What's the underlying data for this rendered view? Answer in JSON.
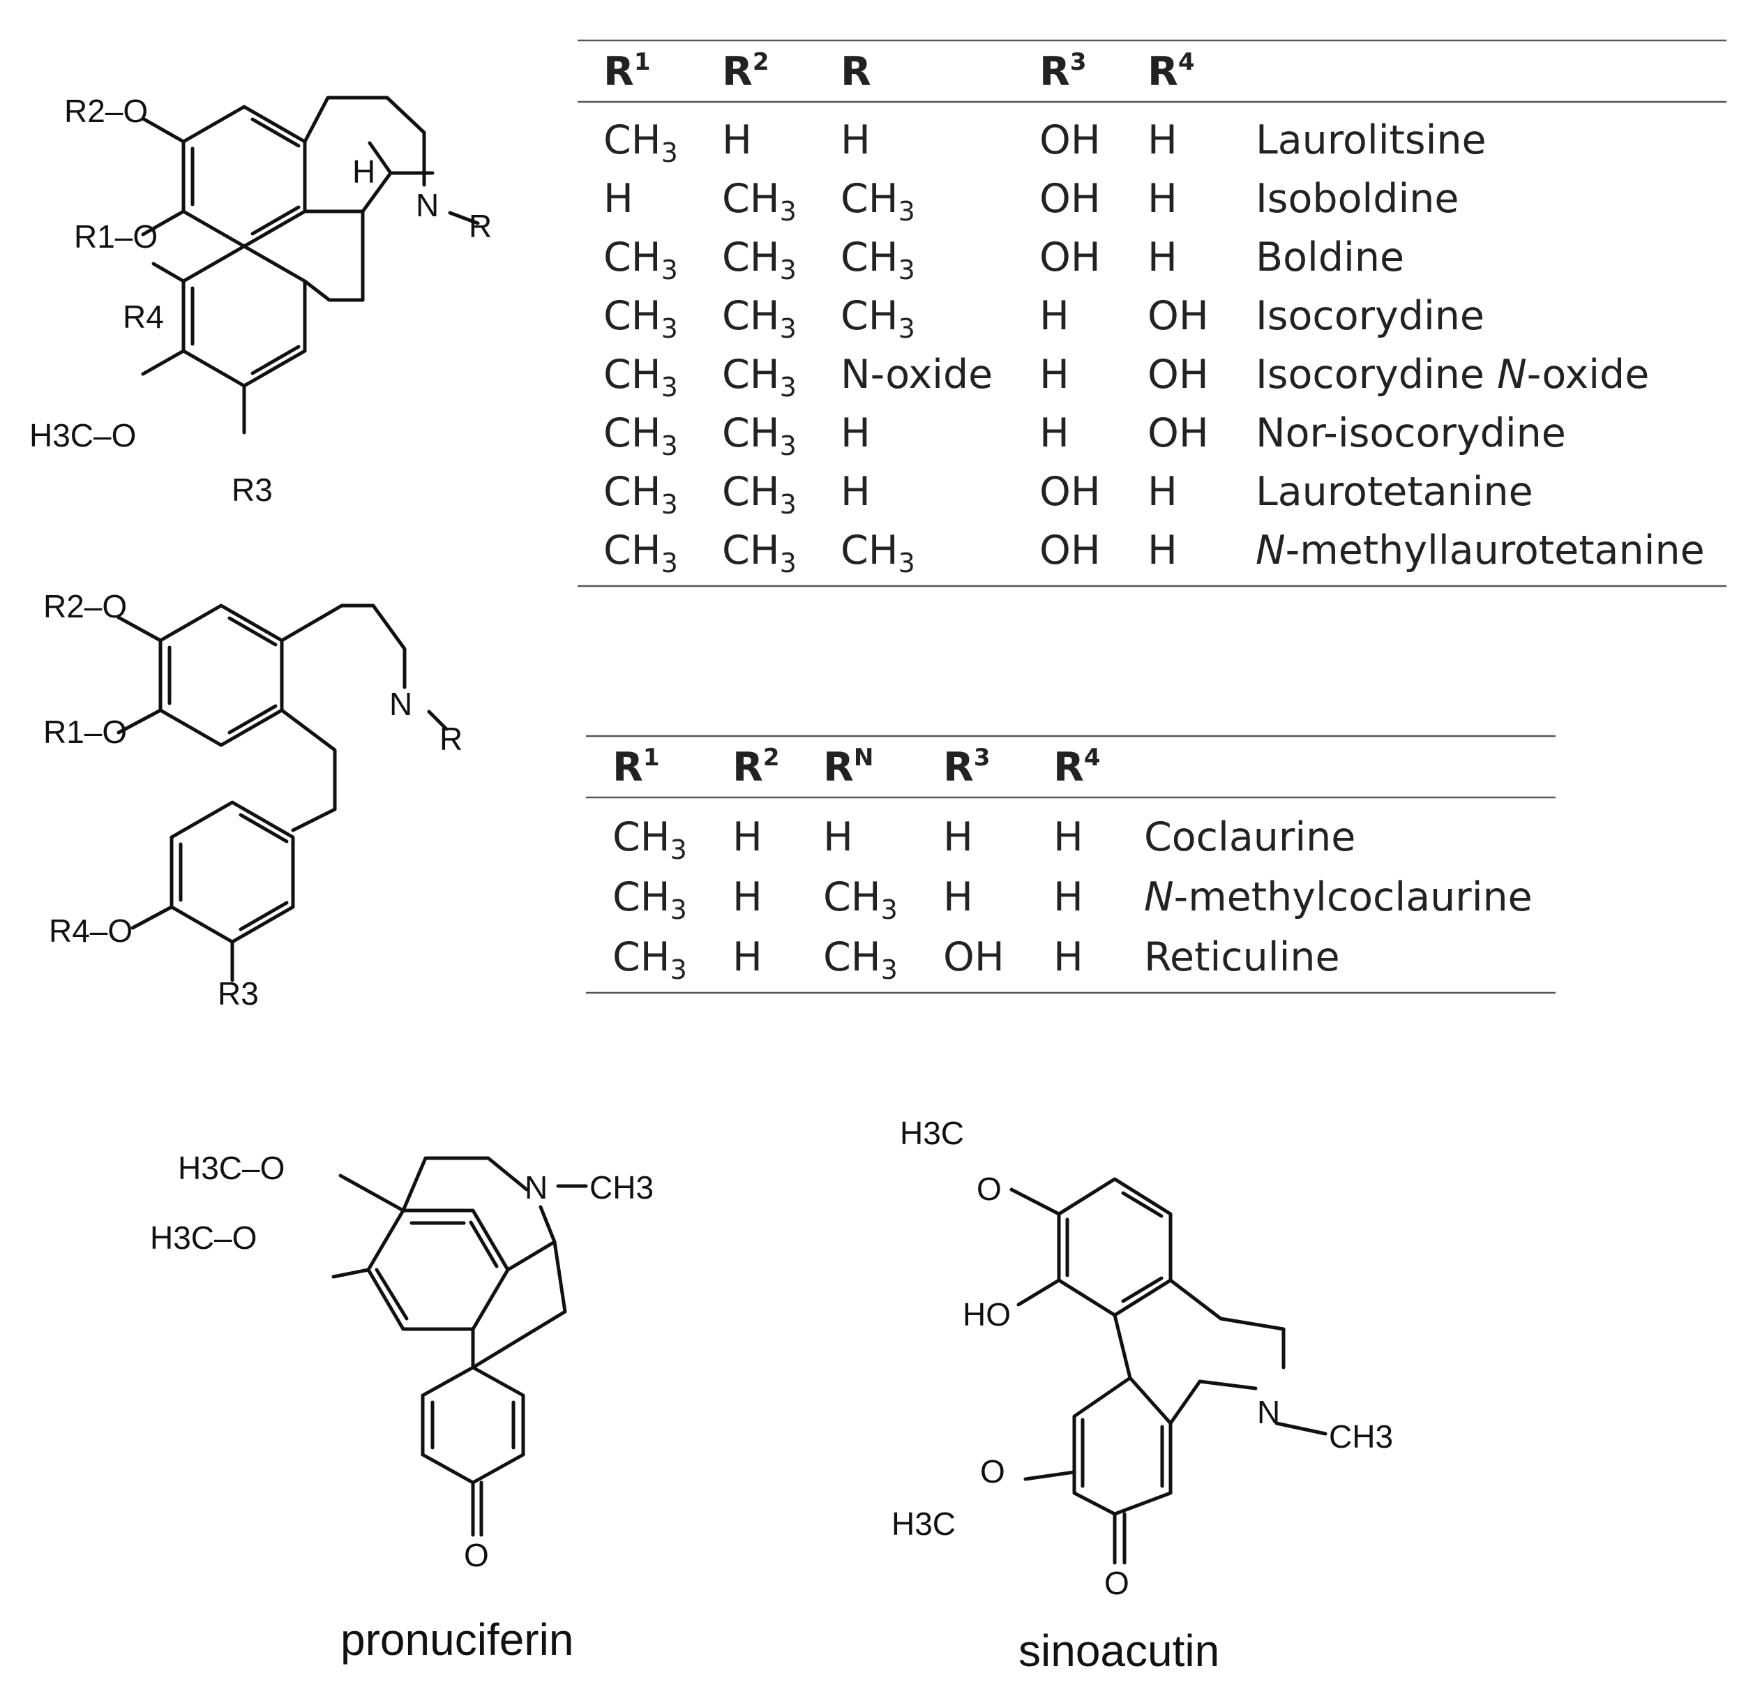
{
  "aporphine_table": {
    "headers": [
      {
        "base": "R",
        "sup": "1"
      },
      {
        "base": "R",
        "sup": "2"
      },
      {
        "base": "R",
        "sup": ""
      },
      {
        "base": "R",
        "sup": "3"
      },
      {
        "base": "R",
        "sup": "4"
      }
    ],
    "rows": [
      {
        "cells": [
          "CH3",
          "H",
          "H",
          "OH",
          "H"
        ],
        "name": "Laurolitsine"
      },
      {
        "cells": [
          "H",
          "CH3",
          "CH3",
          "OH",
          "H"
        ],
        "name": "Isoboldine"
      },
      {
        "cells": [
          "CH3",
          "CH3",
          "CH3",
          "OH",
          "H"
        ],
        "name": "Boldine"
      },
      {
        "cells": [
          "CH3",
          "CH3",
          "CH3",
          "H",
          "OH"
        ],
        "name": "Isocorydine"
      },
      {
        "cells": [
          "CH3",
          "CH3",
          "N-oxide",
          "H",
          "OH"
        ],
        "name": "Isocorydine N-oxide"
      },
      {
        "cells": [
          "CH3",
          "CH3",
          "H",
          "H",
          "OH"
        ],
        "name": "Nor-isocorydine"
      },
      {
        "cells": [
          "CH3",
          "CH3",
          "H",
          "OH",
          "H"
        ],
        "name": "Laurotetanine"
      },
      {
        "cells": [
          "CH3",
          "CH3",
          "CH3",
          "OH",
          "H"
        ],
        "name": "N-methyllaurotetanine"
      }
    ]
  },
  "benzyl_table": {
    "headers": [
      {
        "base": "R",
        "sup": "1"
      },
      {
        "base": "R",
        "sup": "2"
      },
      {
        "base": "R",
        "sup": "N"
      },
      {
        "base": "R",
        "sup": "3"
      },
      {
        "base": "R",
        "sup": "4"
      }
    ],
    "rows": [
      {
        "cells": [
          "CH3",
          "H",
          "H",
          "H",
          "H"
        ],
        "name": "Coclaurine"
      },
      {
        "cells": [
          "CH3",
          "H",
          "CH3",
          "H",
          "H"
        ],
        "name": "N-methylcoclaurine"
      },
      {
        "cells": [
          "CH3",
          "H",
          "CH3",
          "OH",
          "H"
        ],
        "name": "Reticuline"
      }
    ]
  },
  "structure_labels": {
    "aporphine": {
      "r2o": "R2–O",
      "r1o": "R1–O",
      "r4": "R4",
      "h3co": "H3C–O",
      "r3": "R3",
      "h": "H",
      "n": "N",
      "r": "R"
    },
    "benzyl": {
      "r2o": "R2–O",
      "r1o": "R1–O",
      "n": "N",
      "r": "R",
      "r4o": "R4–O",
      "r3": "R3"
    },
    "pronuciferin": {
      "h3co_1": "H3C–O",
      "h3co_2": "H3C–O",
      "n": "N",
      "ch3": "CH3",
      "o": "O"
    },
    "sinoacutin": {
      "h3c_top": "H3C",
      "o_top": "O",
      "ho": "HO",
      "n": "N",
      "ch3": "CH3",
      "o_mid": "O",
      "h3c_bot": "H3C",
      "o_keto": "O"
    }
  },
  "captions": {
    "pronuciferin": "pronuciferin",
    "sinoacutin": "sinoacutin"
  }
}
